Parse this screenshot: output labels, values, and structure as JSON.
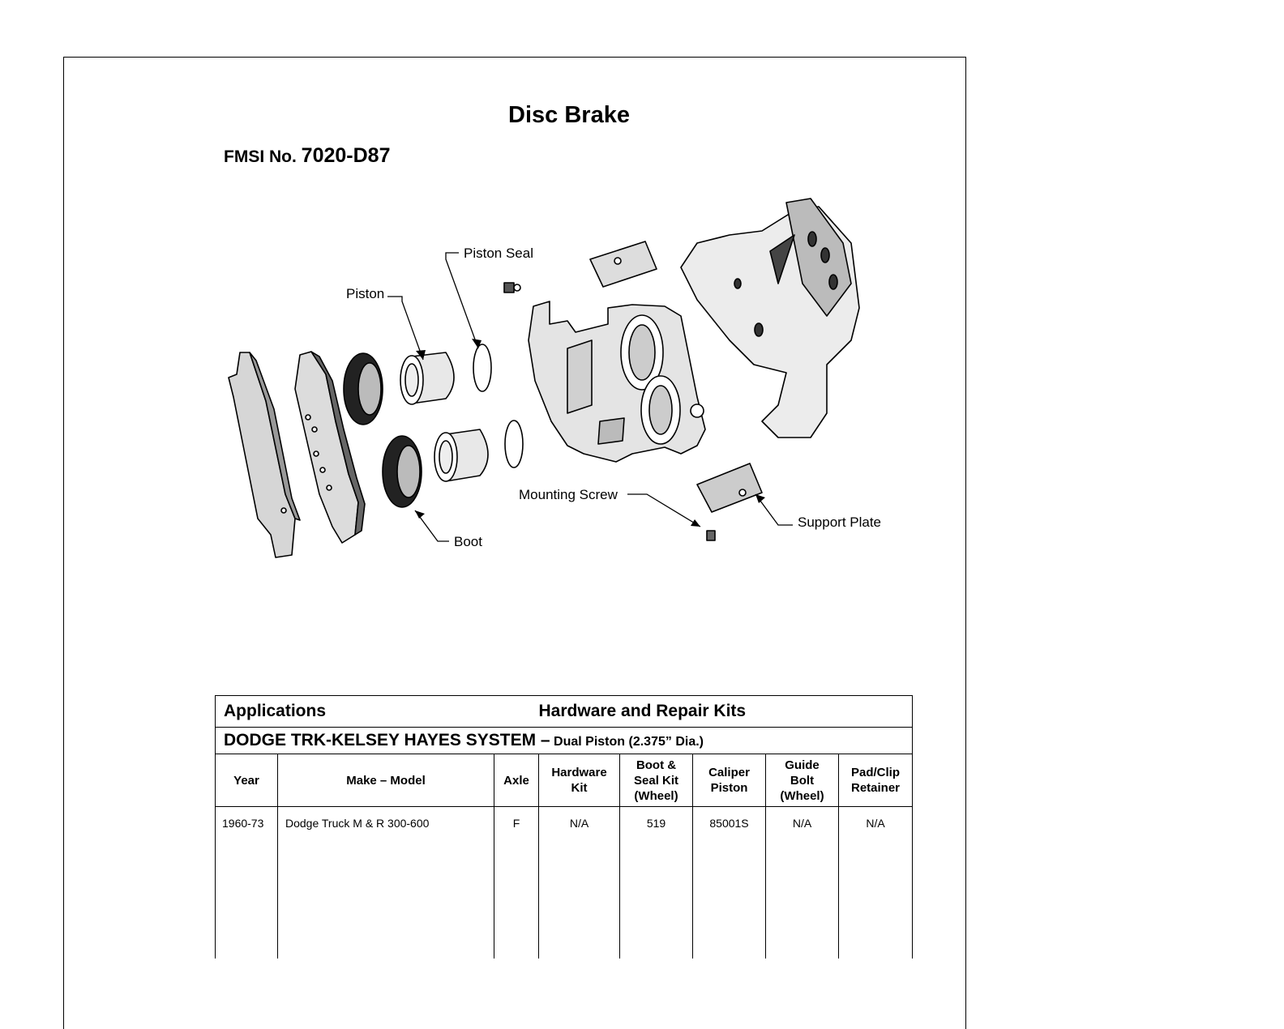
{
  "title": "Disc Brake",
  "fmsi": {
    "label": "FMSI No.",
    "number": "7020-D87"
  },
  "diagram_labels": {
    "piston_seal": "Piston Seal",
    "piston": "Piston",
    "boot": "Boot",
    "mounting_screw": "Mounting Screw",
    "support_plate": "Support Plate"
  },
  "table": {
    "applications": "Applications",
    "hardware_repair_kits": "Hardware and Repair Kits",
    "system_name": "DODGE TRK-KELSEY HAYES SYSTEM –",
    "system_desc": "Dual Piston (2.375” Dia.)",
    "columns": [
      [
        "Year"
      ],
      [
        "Make – Model"
      ],
      [
        "Axle"
      ],
      [
        "Hardware",
        "Kit"
      ],
      [
        "Boot &",
        "Seal Kit",
        "(Wheel)"
      ],
      [
        "Caliper",
        "Piston"
      ],
      [
        "Guide",
        "Bolt",
        "(Wheel)"
      ],
      [
        "Pad/Clip",
        "Retainer"
      ]
    ],
    "rows": [
      {
        "year": "1960-73",
        "make_model": "Dodge Truck M & R 300-600",
        "axle": "F",
        "hardware_kit": "N/A",
        "boot_seal_kit": "519",
        "caliper_piston": "85001S",
        "guide_bolt": "N/A",
        "pad_clip_retainer": "N/A"
      }
    ]
  }
}
